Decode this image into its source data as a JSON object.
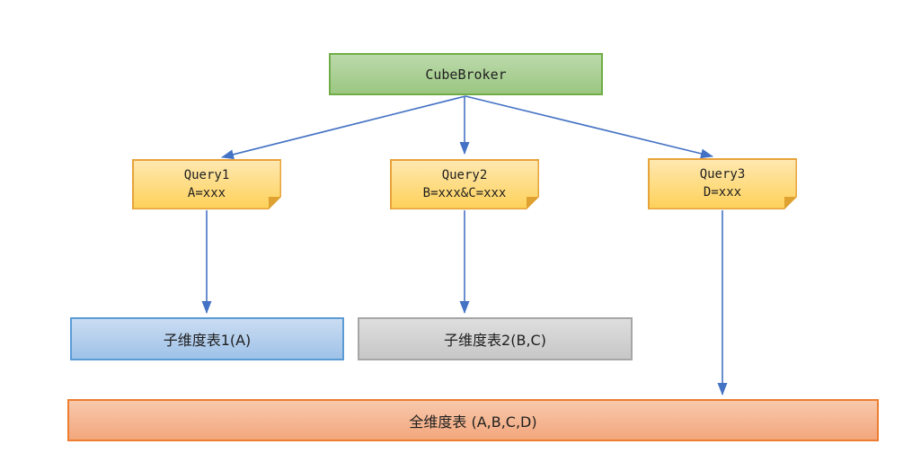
{
  "colors": {
    "page_background": "#ffffff",
    "text": "#1f1f1f",
    "arrow": "#4472c4",
    "root_fill_top": "#bcd9ab",
    "root_fill_bottom": "#9bc782",
    "root_border": "#70ad47",
    "note_fill_top": "#ffe8b0",
    "note_fill_bottom": "#fdd159",
    "note_border": "#e7a33c",
    "note_fold": "#dfa130",
    "table1_fill_top": "#cbdcf2",
    "table1_fill_bottom": "#9fc2e8",
    "table1_border": "#5b9bd5",
    "table2_fill_top": "#dedede",
    "table2_fill_bottom": "#c7c7c7",
    "table2_border": "#a6a6a6",
    "table3_fill_top": "#f7c9ac",
    "table3_fill_bottom": "#f3a67c",
    "table3_border": "#ed7d31"
  },
  "diagram": {
    "root": {
      "label": "CubeBroker"
    },
    "queries": [
      {
        "title": "Query1",
        "condition": "A=xxx"
      },
      {
        "title": "Query2",
        "condition": "B=xxx&C=xxx"
      },
      {
        "title": "Query3",
        "condition": "D=xxx"
      }
    ],
    "tables": [
      {
        "label": "子维度表1(A)"
      },
      {
        "label": "子维度表2(B,C)"
      },
      {
        "label": "全维度表 (A,B,C,D)"
      }
    ]
  }
}
